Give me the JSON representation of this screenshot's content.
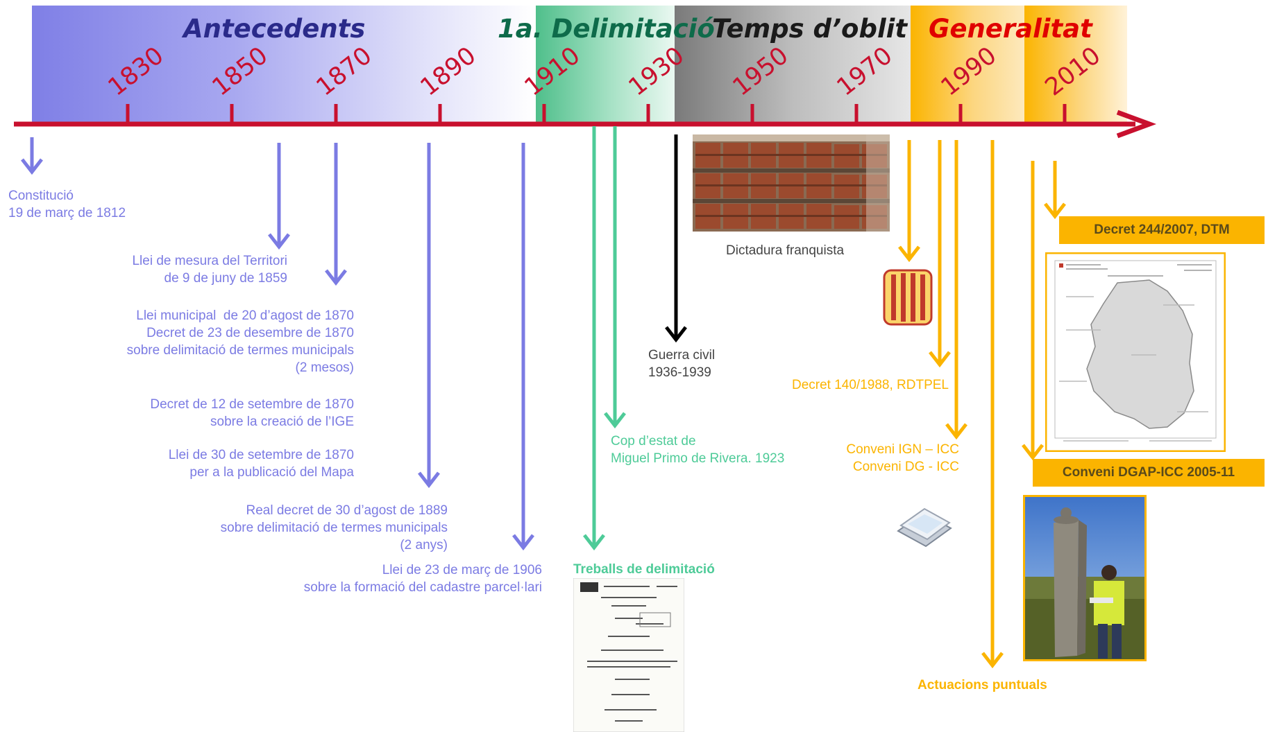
{
  "periods": [
    {
      "id": "antecedents",
      "label": "Antecedents",
      "color": "#2a2a8a"
    },
    {
      "id": "delimitacio",
      "label": "1a. Delimitació",
      "color": "#0e6b4a"
    },
    {
      "id": "oblit",
      "label": "Temps d’oblit",
      "color": "#1a1a1a"
    },
    {
      "id": "generalitat",
      "label": "Generalitat",
      "color": "#e00000"
    }
  ],
  "years": [
    "1830",
    "1850",
    "1870",
    "1890",
    "1910",
    "1930",
    "1950",
    "1970",
    "1990",
    "2010"
  ],
  "events": {
    "constitucio": "Constitució\n19 de març de 1812",
    "llei_1859": "Llei de mesura del Territori\nde 9 de juny de 1859",
    "llei_1870": "Llei municipal  de 20 d’agost de 1870\nDecret de 23 de desembre de 1870\nsobre delimitació de termes municipals\n(2 mesos)",
    "decret_ige": "Decret de 12 de setembre de 1870\nsobre la creació de l’IGE",
    "llei_mapa": "Llei de 30 de setembre de 1870\nper a la publicació del Mapa",
    "rd_1889": "Real decret de 30 d’agost de 1889\nsobre delimitació de termes municipals\n(2 anys)",
    "llei_1906": "Llei de 23 de març de 1906\nsobre la formació del cadastre parcel·lari",
    "treballs": "Treballs de delimitació",
    "cop_estat": "Cop d’estat de\nMiguel Primo de Rivera. 1923",
    "guerra": "Guerra civil\n1936-1939",
    "dictadura": "Dictadura franquista",
    "decret_1988": "Decret 140/1988, RDTPEL",
    "convenis": "Conveni IGN – ICC\nConveni DG - ICC",
    "actuacions": "Actuacions puntuals",
    "decret_2007": "Decret 244/2007, DTM",
    "conveni_dgap": "Conveni DGAP-ICC 2005-11"
  },
  "colors": {
    "axis": "#c8102e",
    "antecedents": "#7b7be3",
    "delimitacio": "#4ecb98",
    "guerra": "#000000",
    "generalitat": "#fbb400"
  },
  "images": {
    "archive_photo": "archive-shelves-photo",
    "catalonia_flag": "catalan-flag-icon",
    "scanner": "scanner-icon",
    "document": "delimitation-document",
    "map": "municipal-map",
    "fieldwork_photo": "fieldwork-boundary-photo"
  }
}
